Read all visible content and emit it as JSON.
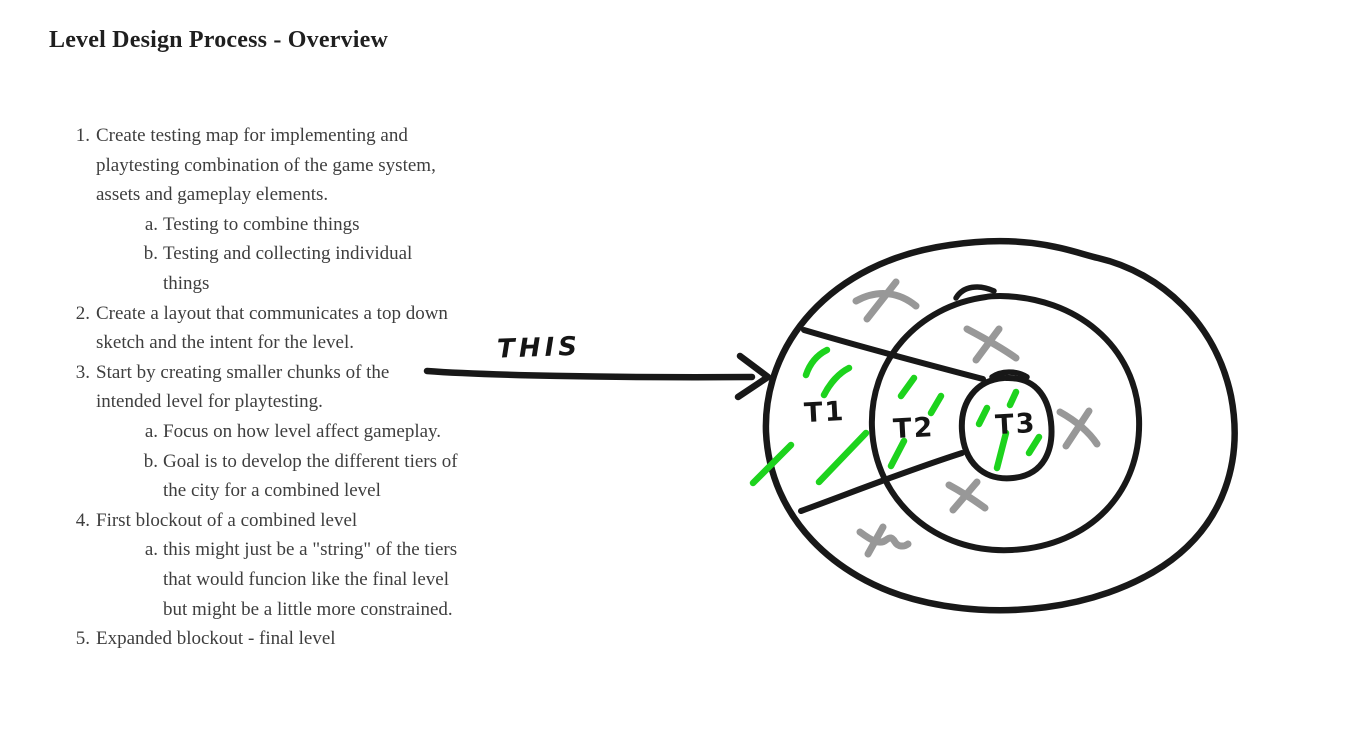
{
  "page": {
    "title": "Level Design Process - Overview",
    "background": "#ffffff"
  },
  "list": {
    "items": [
      {
        "marker": "1.",
        "lines": [
          "Create testing map for implementing and",
          "playtesting combination of the game system,",
          "assets and gameplay elements."
        ],
        "children": [
          {
            "marker": "a.",
            "lines": [
              "Testing to combine things"
            ]
          },
          {
            "marker": "b.",
            "lines": [
              "Testing and collecting individual",
              "things"
            ]
          }
        ]
      },
      {
        "marker": "2.",
        "lines": [
          "Create a layout that communicates a top down",
          "sketch and the intent for the level."
        ],
        "children": []
      },
      {
        "marker": "3.",
        "lines": [
          "Start by creating smaller chunks of the",
          "intended level for playtesting."
        ],
        "children": [
          {
            "marker": "a.",
            "lines": [
              "Focus on how level affect gameplay."
            ]
          },
          {
            "marker": "b.",
            "lines": [
              "Goal is to develop the different tiers of",
              "the city for a combined level"
            ]
          }
        ]
      },
      {
        "marker": "4.",
        "lines": [
          "First blockout of a combined level"
        ],
        "children": [
          {
            "marker": "a.",
            "lines": [
              "this might just be a \"string\" of the tiers",
              "that would funcion like the final level",
              "but might be a little more constrained."
            ]
          }
        ]
      },
      {
        "marker": "5.",
        "lines": [
          "Expanded blockout - final level"
        ],
        "children": []
      }
    ]
  },
  "sketch": {
    "annotation": "THIS",
    "tier_labels": [
      "T1",
      "T2",
      "T3"
    ],
    "cross_count": 5,
    "colors": {
      "ink": "#181818",
      "highlight_green": "#1dd31d",
      "cross_gray": "#989898"
    }
  }
}
